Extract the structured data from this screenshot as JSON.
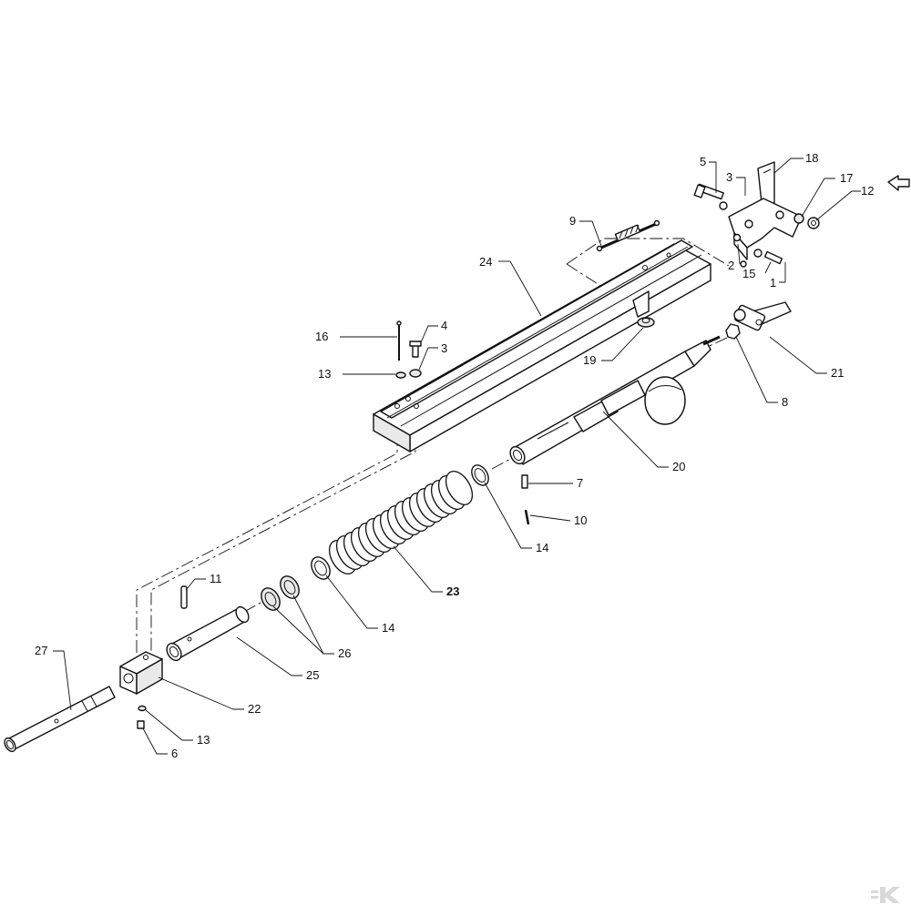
{
  "labels": {
    "l1": "1",
    "l2": "2",
    "l3a": "3",
    "l3b": "3",
    "l4": "4",
    "l5": "5",
    "l6": "6",
    "l7": "7",
    "l8": "8",
    "l9": "9",
    "l10": "10",
    "l11": "11",
    "l12": "12",
    "l13a": "13",
    "l13b": "13",
    "l14a": "14",
    "l14b": "14",
    "l15": "15",
    "l16": "16",
    "l17": "17",
    "l18": "18",
    "l19": "19",
    "l20": "20",
    "l21": "21",
    "l22": "22",
    "l23": "23",
    "l24": "24",
    "l25": "25",
    "l26": "26",
    "l27": "27"
  },
  "icons": {
    "direction_arrow": "arrow-pointing-left-icon",
    "brand_logo": "k-logo-icon"
  },
  "colors": {
    "line": "#111111",
    "background": "#ffffff",
    "logo": "#d9d9d9"
  }
}
